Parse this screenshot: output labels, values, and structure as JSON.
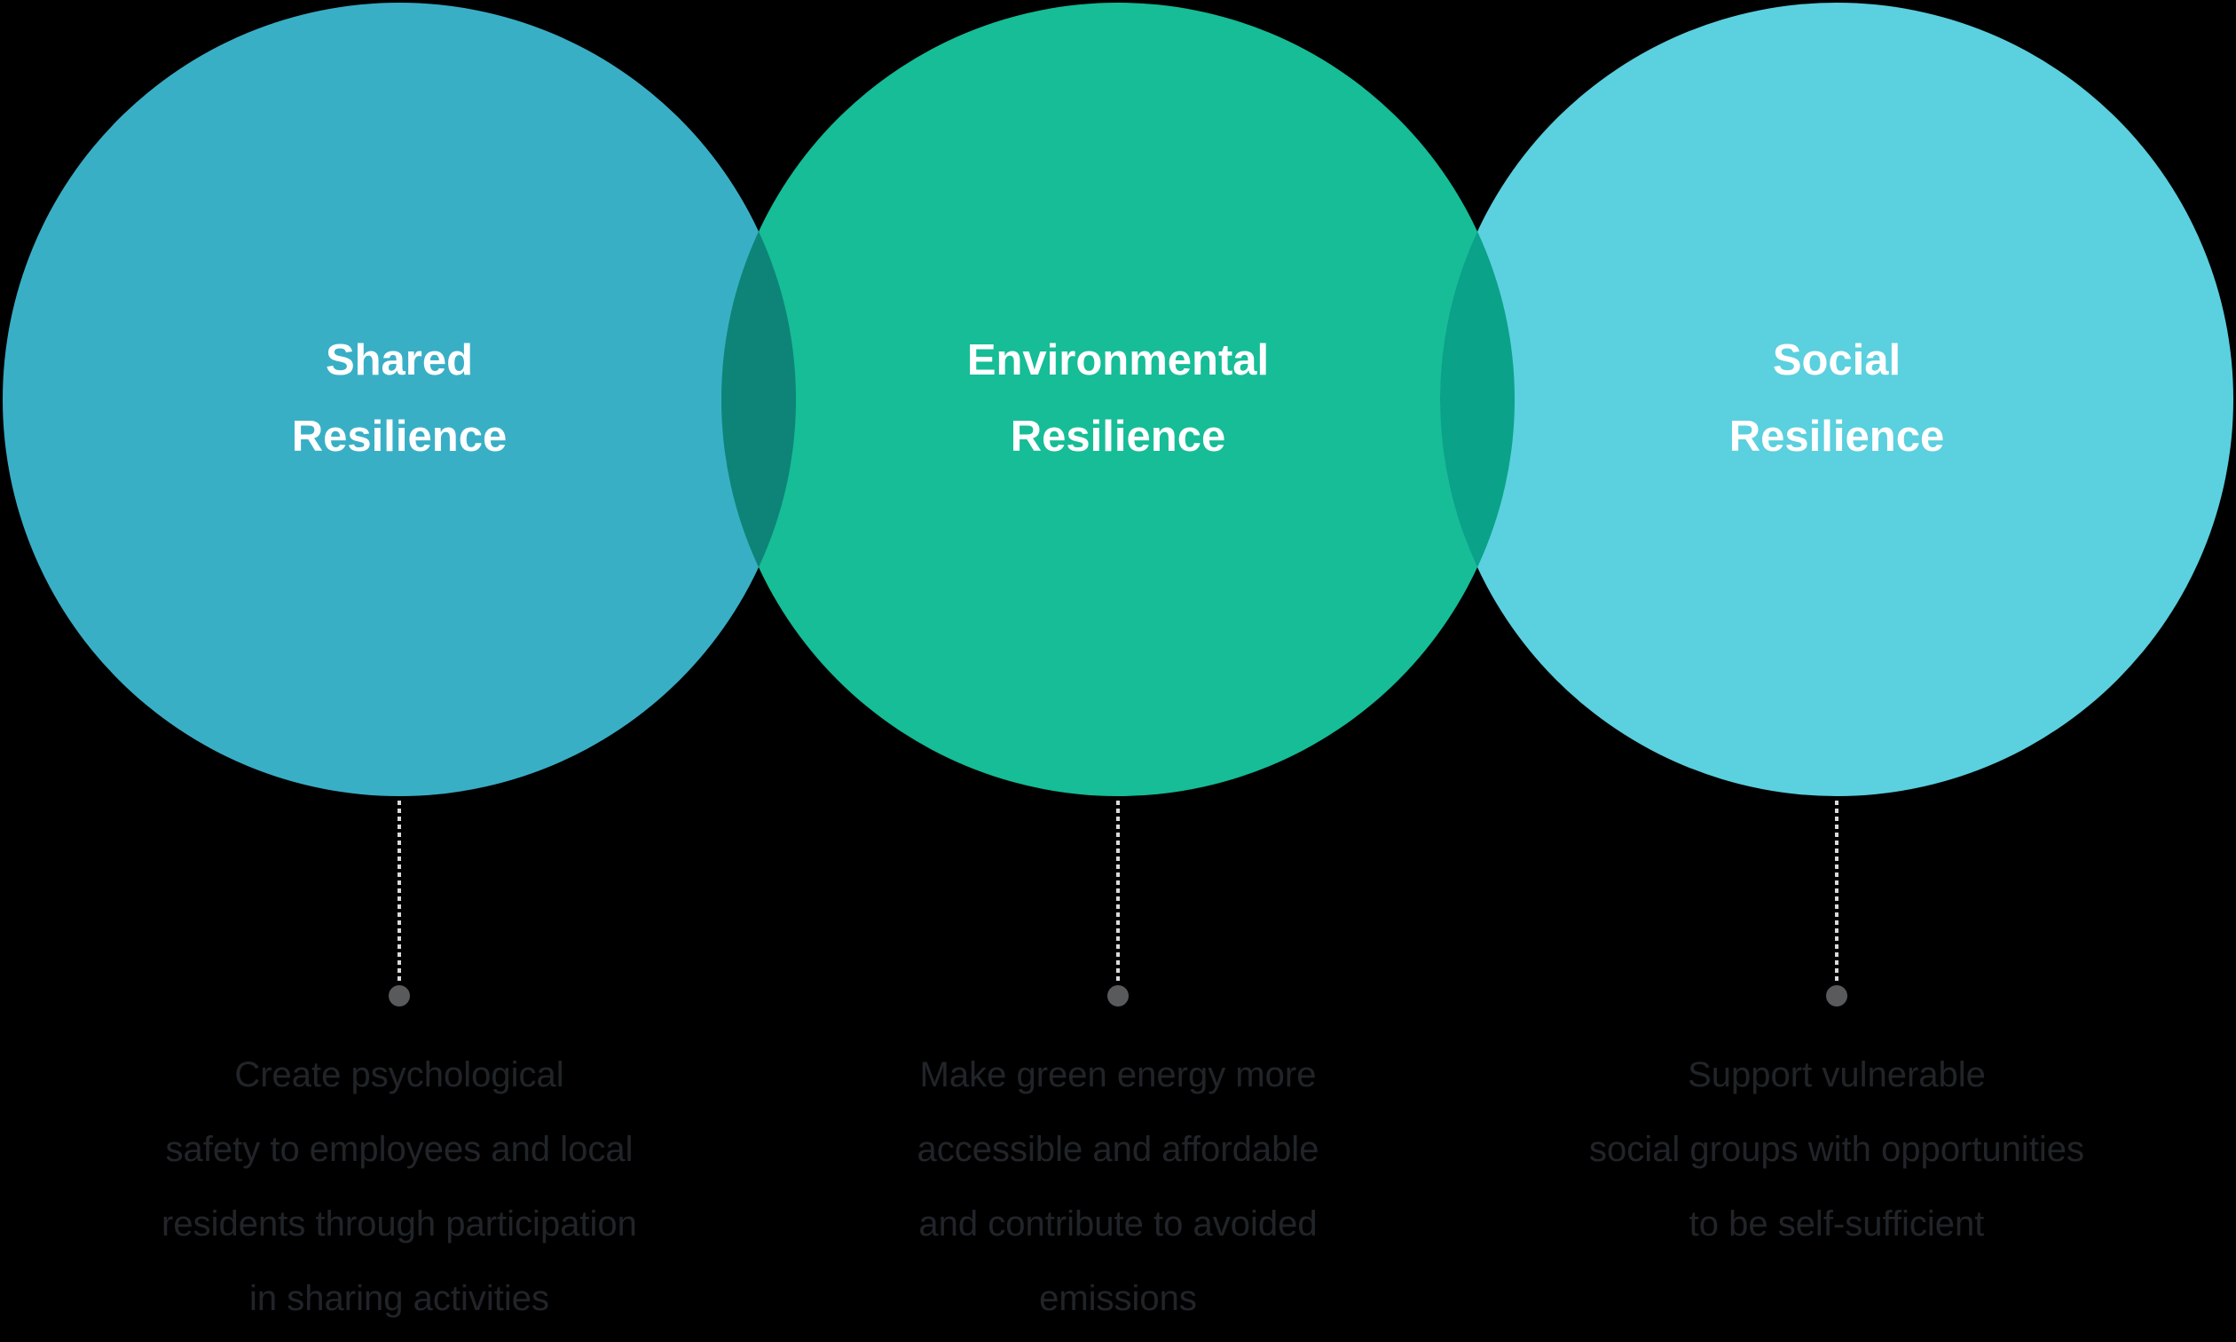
{
  "background": "#000000",
  "colors": {
    "shared": "#39AFC6",
    "environmental": "#16BD97",
    "social": "#5BD0DE",
    "overlap_shared_environmental": "#0E8478",
    "overlap_environmental_social": "#0AA289",
    "title_text": "#FFFFFF",
    "connector_line": "#D9DADB",
    "connector_dot": "#595A5C",
    "description_text": "#212529"
  },
  "columns": [
    {
      "id": "shared",
      "title_line1": "Shared",
      "title_line2": "Resilience",
      "description": "Create psychological\nsafety to employees and local\nresidents through participation\nin sharing activities"
    },
    {
      "id": "environmental",
      "title_line1": "Environmental",
      "title_line2": "Resilience",
      "description": "Make green energy more\naccessible and affordable\nand contribute to avoided\nemissions"
    },
    {
      "id": "social",
      "title_line1": "Social",
      "title_line2": "Resilience",
      "description": "Support vulnerable\nsocial groups with opportunities\nto be self-sufficient"
    }
  ]
}
